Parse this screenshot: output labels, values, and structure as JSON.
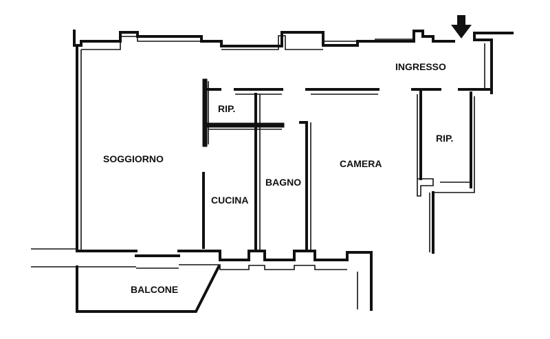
{
  "plan": {
    "rooms": [
      {
        "id": "ingresso",
        "label": "INGRESSO"
      },
      {
        "id": "rip-1",
        "label": "RIP."
      },
      {
        "id": "rip-2",
        "label": "RIP."
      },
      {
        "id": "soggiorno",
        "label": "SOGGIORNO"
      },
      {
        "id": "camera",
        "label": "CAMERA"
      },
      {
        "id": "bagno",
        "label": "BAGNO"
      },
      {
        "id": "cucina",
        "label": "CUCINA"
      },
      {
        "id": "balcone",
        "label": "BALCONE"
      }
    ],
    "entrance_icon": "down-arrow-icon"
  }
}
